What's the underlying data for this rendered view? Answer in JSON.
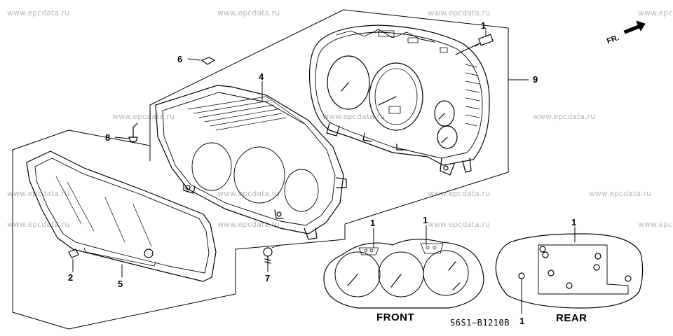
{
  "watermarks": [
    "www.epcdata.ru",
    "www.epcdata.ru",
    "www.epcdata.ru",
    "www.epcdata.ru",
    "www.epcdata.ru",
    "www.epcdata.ru",
    "www.epcdata.ru",
    "www.epcdata.ru",
    "www.epcdata.ru",
    "www.epcdata.ru",
    "www.epcdata.ru",
    "www.epcdata.ru",
    "www.epcdata.ru",
    "www.epcdata.ru",
    "www.epcdata.ru"
  ],
  "direction": {
    "label": "FR."
  },
  "callouts": {
    "c1_top": "1",
    "c6": "6",
    "c4": "4",
    "c9": "9",
    "c8": "8",
    "c2": "2",
    "c5": "5",
    "c7": "7",
    "c1_front_a": "1",
    "c1_front_b": "1",
    "c1_rear_top": "1",
    "c1_rear_bottom": "1"
  },
  "views": {
    "front": "FRONT",
    "rear": "REAR"
  },
  "diagram_code": "S6S1–B1210B"
}
